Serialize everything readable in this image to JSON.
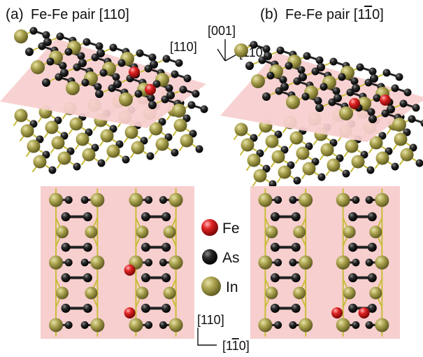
{
  "panels": {
    "a": {
      "tag": "(a)",
      "title": "Fe-Fe pair [110]"
    },
    "b": {
      "tag": "(b)",
      "title": "Fe-Fe pair [1",
      "title_bar": "1",
      "title_end": "0]"
    }
  },
  "axes_3d": {
    "up": "[001]",
    "left": "[110]",
    "right_pre": "[1",
    "right_bar": "1",
    "right_post": "0]"
  },
  "axes_2d": {
    "vertical": "[110]",
    "horizontal_pre": "[1",
    "horizontal_bar": "1",
    "horizontal_post": "0]"
  },
  "legend": [
    {
      "label": "Fe",
      "color": "#dd1f1f"
    },
    {
      "label": "As",
      "color": "#1e1e1e"
    },
    {
      "label": "In",
      "color": "#a39c45"
    }
  ],
  "colors": {
    "fe": "#dd1f1f",
    "as": "#1e1e1e",
    "in": "#a39c45",
    "bond": "#c9bd3a",
    "plane": "#f7cfcf"
  }
}
